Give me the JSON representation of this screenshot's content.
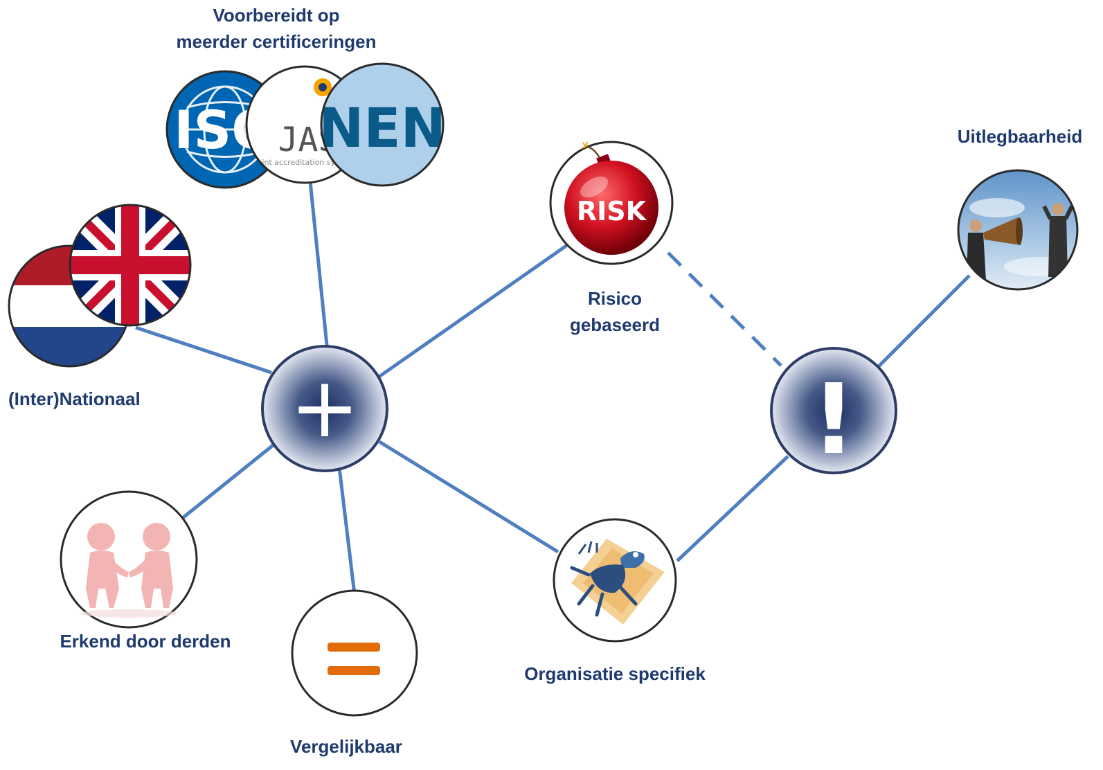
{
  "labels": {
    "certifications": [
      "Voorbereidt op",
      "meerder certificeringen"
    ],
    "national": "(Inter)Nationaal",
    "recognized": "Erkend door derden",
    "comparable": "Vergelijkbaar",
    "risk": [
      "Risico",
      "gebaseerd"
    ],
    "org_specific": "Organisatie specifiek",
    "explainability": "Uitlegbaarheid"
  },
  "hub_symbols": {
    "plus": "+",
    "exclamation": "!"
  },
  "logos": {
    "iso": "ISO",
    "jas": "JAS",
    "jas_tagline": "Joint accreditation system",
    "nen": "NEN",
    "risk": "RISK"
  },
  "icons": {
    "flags": "nl-uk-flags-icon",
    "handshake": "handshake-icon",
    "equals": "equals-icon",
    "bomb": "bomb-icon",
    "frog": "frog-icon",
    "megaphone": "megaphone-icon"
  },
  "colors": {
    "edge": "#4f7fc0",
    "label": "#1f3a6e",
    "hub_center": "#1c2f63",
    "hub_rim": "#dde2ee",
    "equals": "#e36c0a",
    "risk_red": "#c8102e"
  }
}
